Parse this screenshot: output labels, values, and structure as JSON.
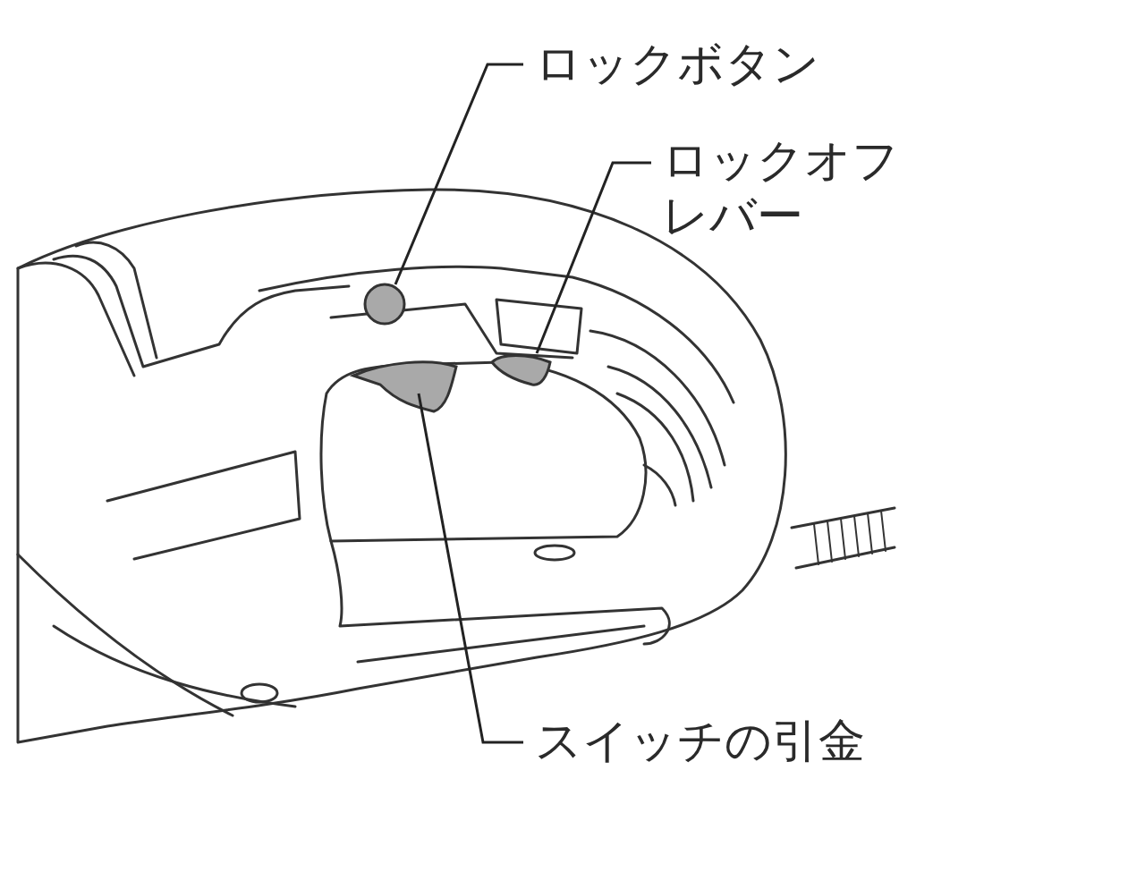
{
  "diagram": {
    "labels": [
      "ロックボタン",
      "ロックオフ レバー",
      "スイッチの引金"
    ]
  }
}
